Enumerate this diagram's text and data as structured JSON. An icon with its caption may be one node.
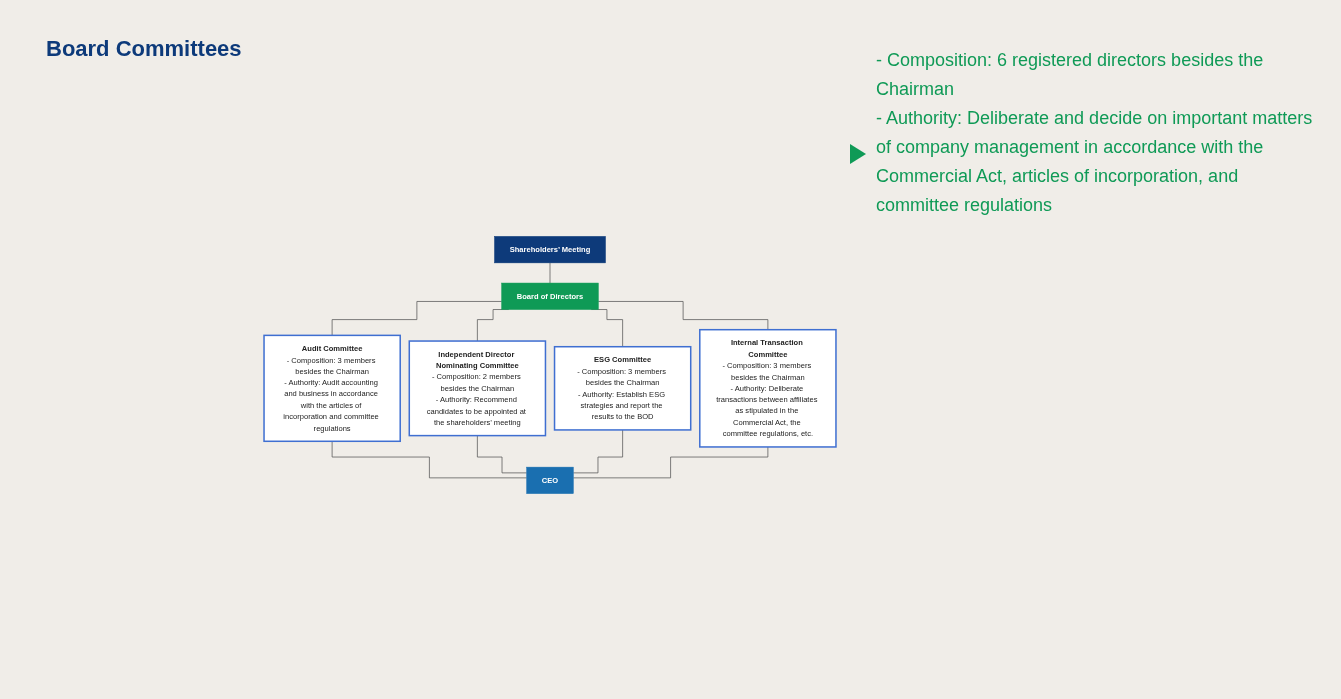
{
  "diagram": {
    "title": "Board Committees",
    "nodes": [
      {
        "text": [
          "Shareholders’ Meeting"
        ]
      },
      {
        "text": [
          "Board of Directors"
        ],
        "beside": [
          "- Composition: 6 registered directors besides the Chairman",
          "- Authority: Deliberate and decide on important matters of company management in accordance with the Commercial Act, articles of incorporation, and committee regulations"
        ]
      },
      {
        "text": [
          "Audit Committee",
          "- Composition: 3 members besides the Chairman",
          "- Authority: Audit accounting and business in accordance with the articles of incorporation and committee regulations"
        ]
      },
      {
        "text": [
          "Independent Director Nominating Committee",
          "- Composition: 2 members besides the Chairman",
          "- Authority: Recommend candidates to be appointed at the shareholders’ meeting"
        ]
      },
      {
        "text": [
          "ESG Committee",
          "- Composition: 3 members besides the Chairman",
          "- Authority: Establish ESG strategies and report the results to the BOD"
        ]
      },
      {
        "text": [
          "Internal Transaction Committee",
          "- Composition: 3 members besides the Chairman",
          "- Authority: Deliberate transactions between affiliates as stipulated in the Commercial Act, the committee regulations, etc."
        ]
      },
      {
        "text": [
          "CEO"
        ]
      }
    ],
    "edges": [
      {
        "from": 0,
        "to": 1,
        "arrow": "none"
      },
      {
        "from": 1,
        "to": 2,
        "arrow": "none"
      },
      {
        "from": 1,
        "to": 3,
        "arrow": "none"
      },
      {
        "from": 1,
        "to": 4,
        "arrow": "none"
      },
      {
        "from": 1,
        "to": 5,
        "arrow": "none"
      },
      {
        "from": 2,
        "to": 6,
        "arrow": "none"
      },
      {
        "from": 3,
        "to": 6,
        "arrow": "none"
      },
      {
        "from": 4,
        "to": 6,
        "arrow": "none"
      },
      {
        "from": 5,
        "to": 6,
        "arrow": "none"
      }
    ]
  }
}
